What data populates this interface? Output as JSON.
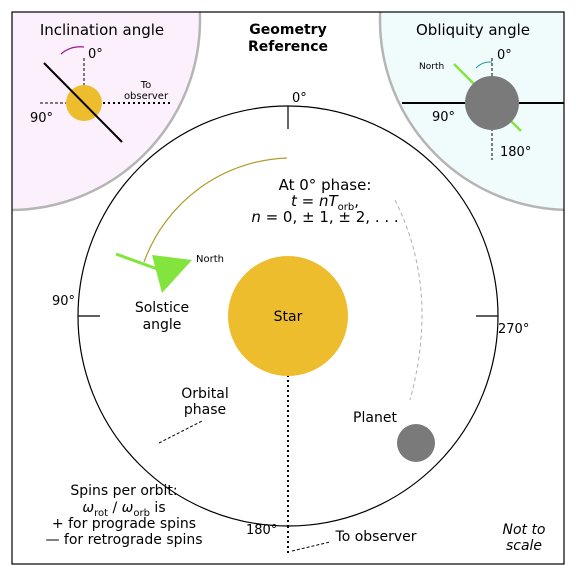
{
  "title": {
    "line1": "Geometry",
    "line2": "Reference"
  },
  "inclination": {
    "heading": "Inclination angle",
    "label_0": "0°",
    "label_90": "90°",
    "to_observer_line1": "To",
    "to_observer_line2": "observer"
  },
  "obliquity": {
    "heading": "Obliquity angle",
    "north": "North",
    "label_0": "0°",
    "label_90": "90°",
    "label_180": "180°"
  },
  "orbit": {
    "label_0": "0°",
    "label_90": "90°",
    "label_180": "180°",
    "label_270": "270°",
    "phase0_line1": "At 0° phase:",
    "phase0_t": "t",
    "phase0_eq": " = ",
    "phase0_n": "n",
    "phase0_T": "T",
    "phase0_sub": "orb",
    "phase0_comma": ",",
    "phase0_line3_n": "n",
    "phase0_line3_rest": " = 0, ± 1, ± 2, . . .",
    "north": "North",
    "solstice_line1": "Solstice",
    "solstice_line2": "angle",
    "star": "Star",
    "orbital_line1": "Orbital",
    "orbital_line2": "phase",
    "planet": "Planet",
    "to_observer": "To observer"
  },
  "spins": {
    "line1": "Spins per orbit:",
    "omega_rot": "ω",
    "rot": "rot",
    "slash": " / ",
    "omega_orb": "ω",
    "orb": "orb",
    "is": " is",
    "line3": "+ for prograde spins",
    "line4": "— for retrograde spins"
  },
  "note": {
    "line1": "Not to",
    "line2": "scale"
  },
  "colors": {
    "star": "#eebd2e",
    "planet": "#7a7a7a",
    "north_arrow": "#84e43e",
    "inclination_bg": "#fbf0fb",
    "obliquity_bg": "#f0fbfb",
    "panel_border": "#b5b5b5",
    "inclination_arc": "#9a1a8a",
    "obliquity_arc": "#3aa0a0",
    "solstice_arc": "#b09c2a"
  }
}
